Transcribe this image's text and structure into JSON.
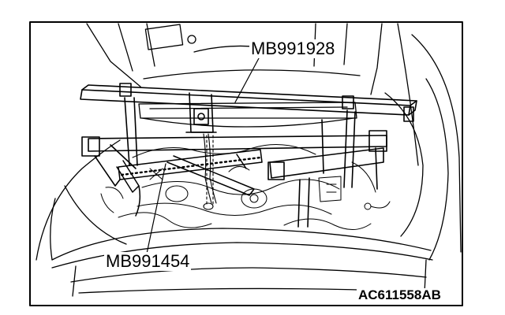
{
  "callouts": {
    "top": "MB991928",
    "bottom": "MB991454"
  },
  "figure_code": "AC611558AB",
  "colors": {
    "line": "#000000",
    "background": "#ffffff"
  }
}
